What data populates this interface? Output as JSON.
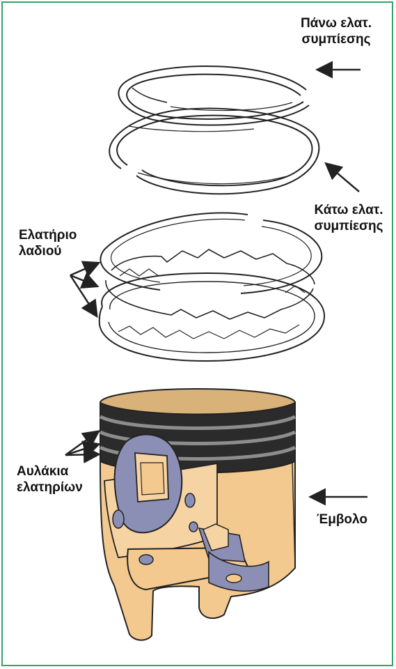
{
  "labels": {
    "top_compression": "Πάνω ελατ.\nσυμπίεσης",
    "bottom_compression": "Κάτω ελατ.\nσυμπίεσης",
    "oil_ring": "Ελατήριο\nλαδιού",
    "ring_grooves": "Αυλάκια\nελατηρίων",
    "piston": "Έμβολο"
  },
  "colors": {
    "frame": "#2fa56b",
    "piston_body": "#f3c98f",
    "piston_shadow": "#8c8fb5",
    "groove": "#2b2b2b",
    "line": "#222222"
  }
}
